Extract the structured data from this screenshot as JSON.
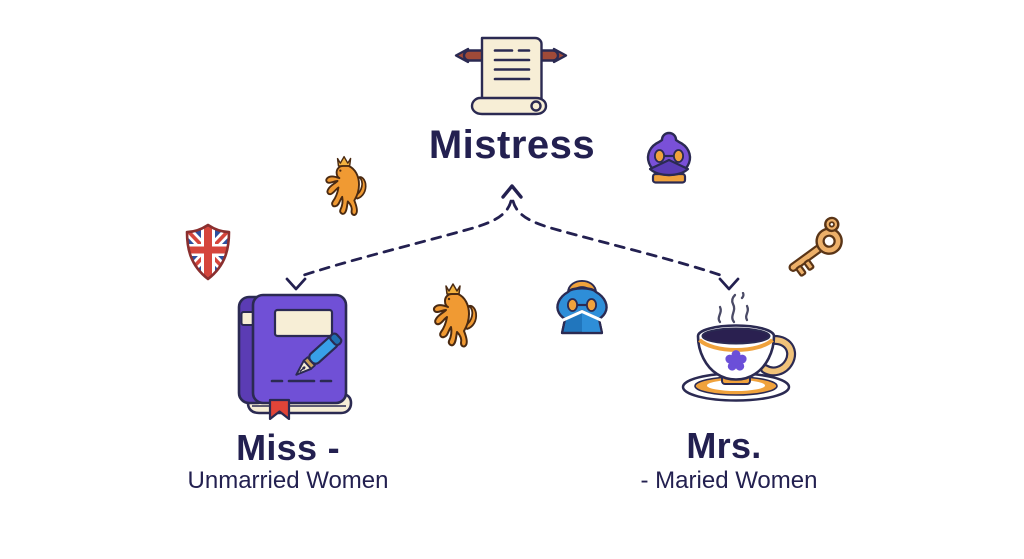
{
  "diagram": {
    "root_label": "Mistress",
    "branch_left": {
      "title": "Miss -",
      "subtitle": "Unmarried Women"
    },
    "branch_right": {
      "title": "Mrs.",
      "subtitle": "- Maried Women"
    }
  },
  "icons": [
    {
      "name": "scroll-icon",
      "shape": "cream parchment scroll on maroon rod"
    },
    {
      "name": "lion-rampant-top-icon",
      "shape": "crowned orange heraldic rampant lion"
    },
    {
      "name": "purple-helm-crest-icon",
      "shape": "purple heraldic helm on orange plinth"
    },
    {
      "name": "uk-shield-icon",
      "shape": "union jack shield"
    },
    {
      "name": "key-icon",
      "shape": "antique tan skeleton key"
    },
    {
      "name": "lion-rampant-center-icon",
      "shape": "crowned orange heraldic rampant lion"
    },
    {
      "name": "blue-helm-crest-icon",
      "shape": "blue heraldic helm with orange handle"
    },
    {
      "name": "book-and-pen-icon",
      "shape": "purple book, blue fountain pen, red bookmark"
    },
    {
      "name": "teacup-icon",
      "shape": "steaming teacup with purple flower on saucer"
    }
  ],
  "connector": {
    "style": "dashed",
    "from": "root",
    "to": [
      "branch_left",
      "branch_right"
    ]
  },
  "colors": {
    "text": "#232050",
    "outline": "#2b2a52",
    "purple": "#7050d6",
    "violet_dark": "#5b3cb4",
    "helm_purple": "#7a50d8",
    "blue": "#2e8ed8",
    "blue_dark": "#2176bd",
    "pen_blue": "#38a0e8",
    "pen_blue_dark": "#1f6fb0",
    "orange": "#f0a23c",
    "lion_orange": "#f09a33",
    "cream": "#f7eed6",
    "rod_maroon": "#a04a38",
    "red": "#e04438",
    "flag_blue": "#2d4f9e",
    "flag_red": "#d5453c",
    "key_tan": "#edb069",
    "steam_gray": "#4a4a66",
    "background": "#ffffff"
  }
}
